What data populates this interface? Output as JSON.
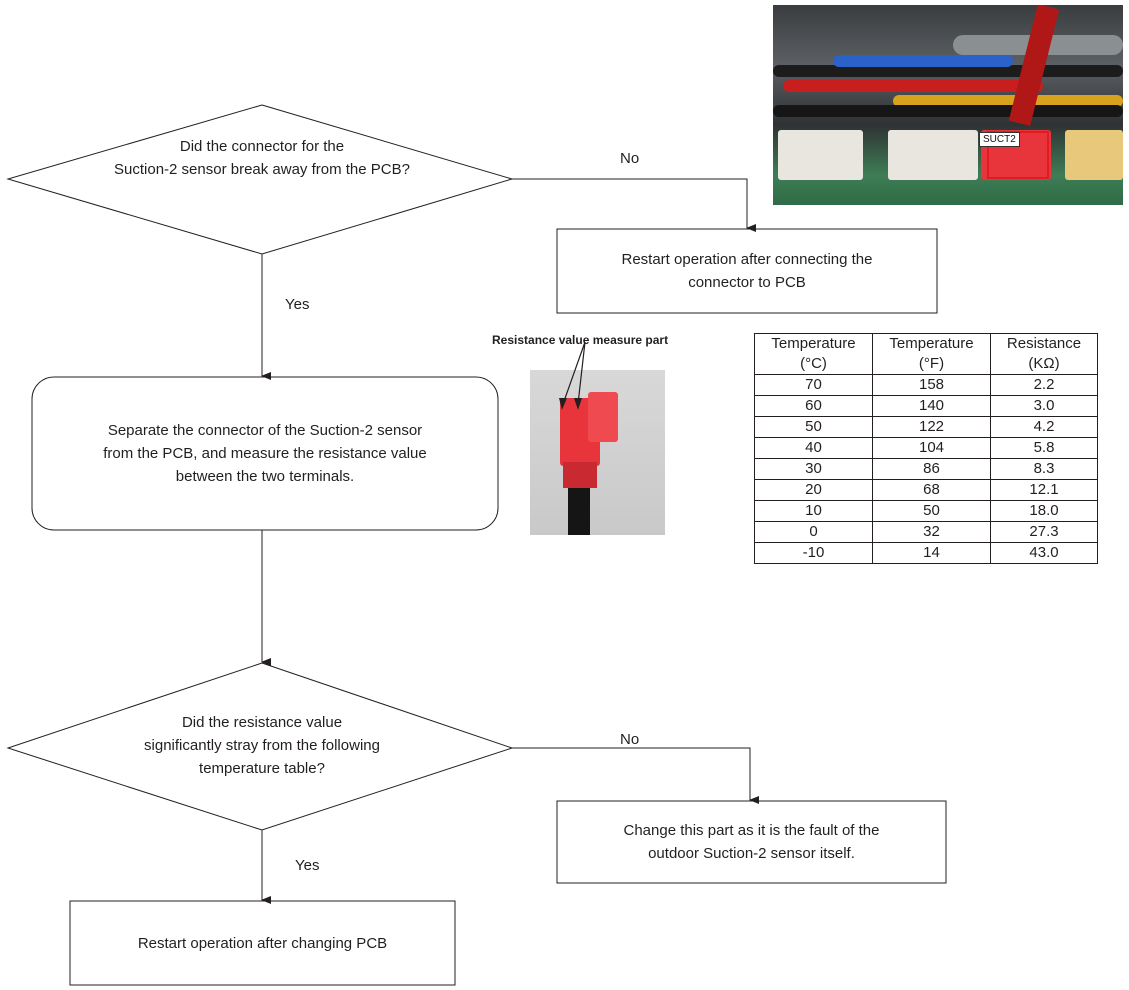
{
  "decision1": {
    "line1": "Did the connector for the",
    "line2": "Suction-2 sensor break away from the PCB?",
    "no_label": "No",
    "yes_label": "Yes"
  },
  "box_restart_connect": {
    "line1": "Restart operation after connecting the",
    "line2": "connector to PCB"
  },
  "box_measure": {
    "line1": "Separate the connector of the Suction-2 sensor",
    "line2": "from the PCB, and measure the resistance value",
    "line3": "between the two terminals."
  },
  "photo_pcb": {
    "tag": "SUCT2"
  },
  "photo_sensor": {
    "caption": "Resistance value measure part"
  },
  "resistance_table": {
    "headers": [
      [
        "Temperature",
        "(°C)"
      ],
      [
        "Temperature",
        "(°F)"
      ],
      [
        "Resistance",
        "(KΩ)"
      ]
    ],
    "rows": [
      [
        "70",
        "158",
        "2.2"
      ],
      [
        "60",
        "140",
        "3.0"
      ],
      [
        "50",
        "122",
        "4.2"
      ],
      [
        "40",
        "104",
        "5.8"
      ],
      [
        "30",
        "86",
        "8.3"
      ],
      [
        "20",
        "68",
        "12.1"
      ],
      [
        "10",
        "50",
        "18.0"
      ],
      [
        "0",
        "32",
        "27.3"
      ],
      [
        "-10",
        "14",
        "43.0"
      ]
    ]
  },
  "decision2": {
    "line1": "Did the resistance value",
    "line2": "significantly stray from the following",
    "line3": "temperature table?",
    "no_label": "No",
    "yes_label": "Yes"
  },
  "box_change_part": {
    "line1": "Change this part as it is the fault of the",
    "line2": "outdoor Suction-2 sensor itself."
  },
  "box_restart_pcb": {
    "text": "Restart operation after changing PCB"
  },
  "colors": {
    "line": "#231f20",
    "connector_red": "#e8353c",
    "highlight_box": "#e01b24"
  }
}
